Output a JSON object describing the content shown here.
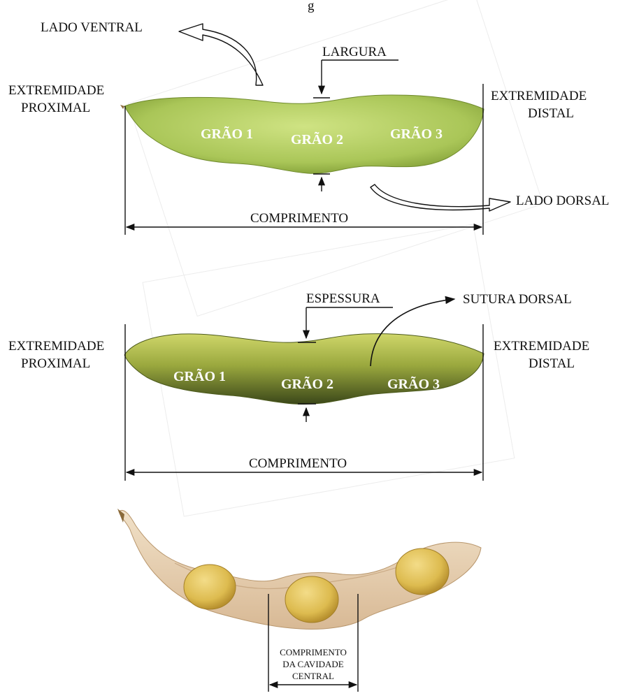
{
  "top_title": "g",
  "colors": {
    "pod_green_light": "#c9df7a",
    "pod_green_dark": "#8fae3e",
    "pod_dorsal_light": "#c8d060",
    "pod_dorsal_dark": "#3e4a1c",
    "pod_shell": "#e9d5b8",
    "bean_yellow": "#e6c860",
    "line": "#111111"
  },
  "panel1": {
    "ventral_label": "LADO VENTRAL",
    "width_label": "LARGURA",
    "proximal_line1": "EXTREMIDADE",
    "proximal_line2": "PROXIMAL",
    "distal_line1": "EXTREMIDADE",
    "distal_line2": "DISTAL",
    "grain1": "GRÃO 1",
    "grain2": "GRÃO 2",
    "grain3": "GRÃO 3",
    "dorsal_label": "LADO DORSAL",
    "length_label": "COMPRIMENTO"
  },
  "panel2": {
    "thickness_label": "ESPESSURA",
    "suture_label": "SUTURA DORSAL",
    "proximal_line1": "EXTREMIDADE",
    "proximal_line2": "PROXIMAL",
    "distal_line1": "EXTREMIDADE",
    "distal_line2": "DISTAL",
    "grain1": "GRÃO 1",
    "grain2": "GRÃO 2",
    "grain3": "GRÃO 3",
    "length_label": "COMPRIMENTO"
  },
  "panel3": {
    "cavity_line1": "COMPRIMENTO",
    "cavity_line2": "DA CAVIDADE",
    "cavity_line3": "CENTRAL"
  }
}
